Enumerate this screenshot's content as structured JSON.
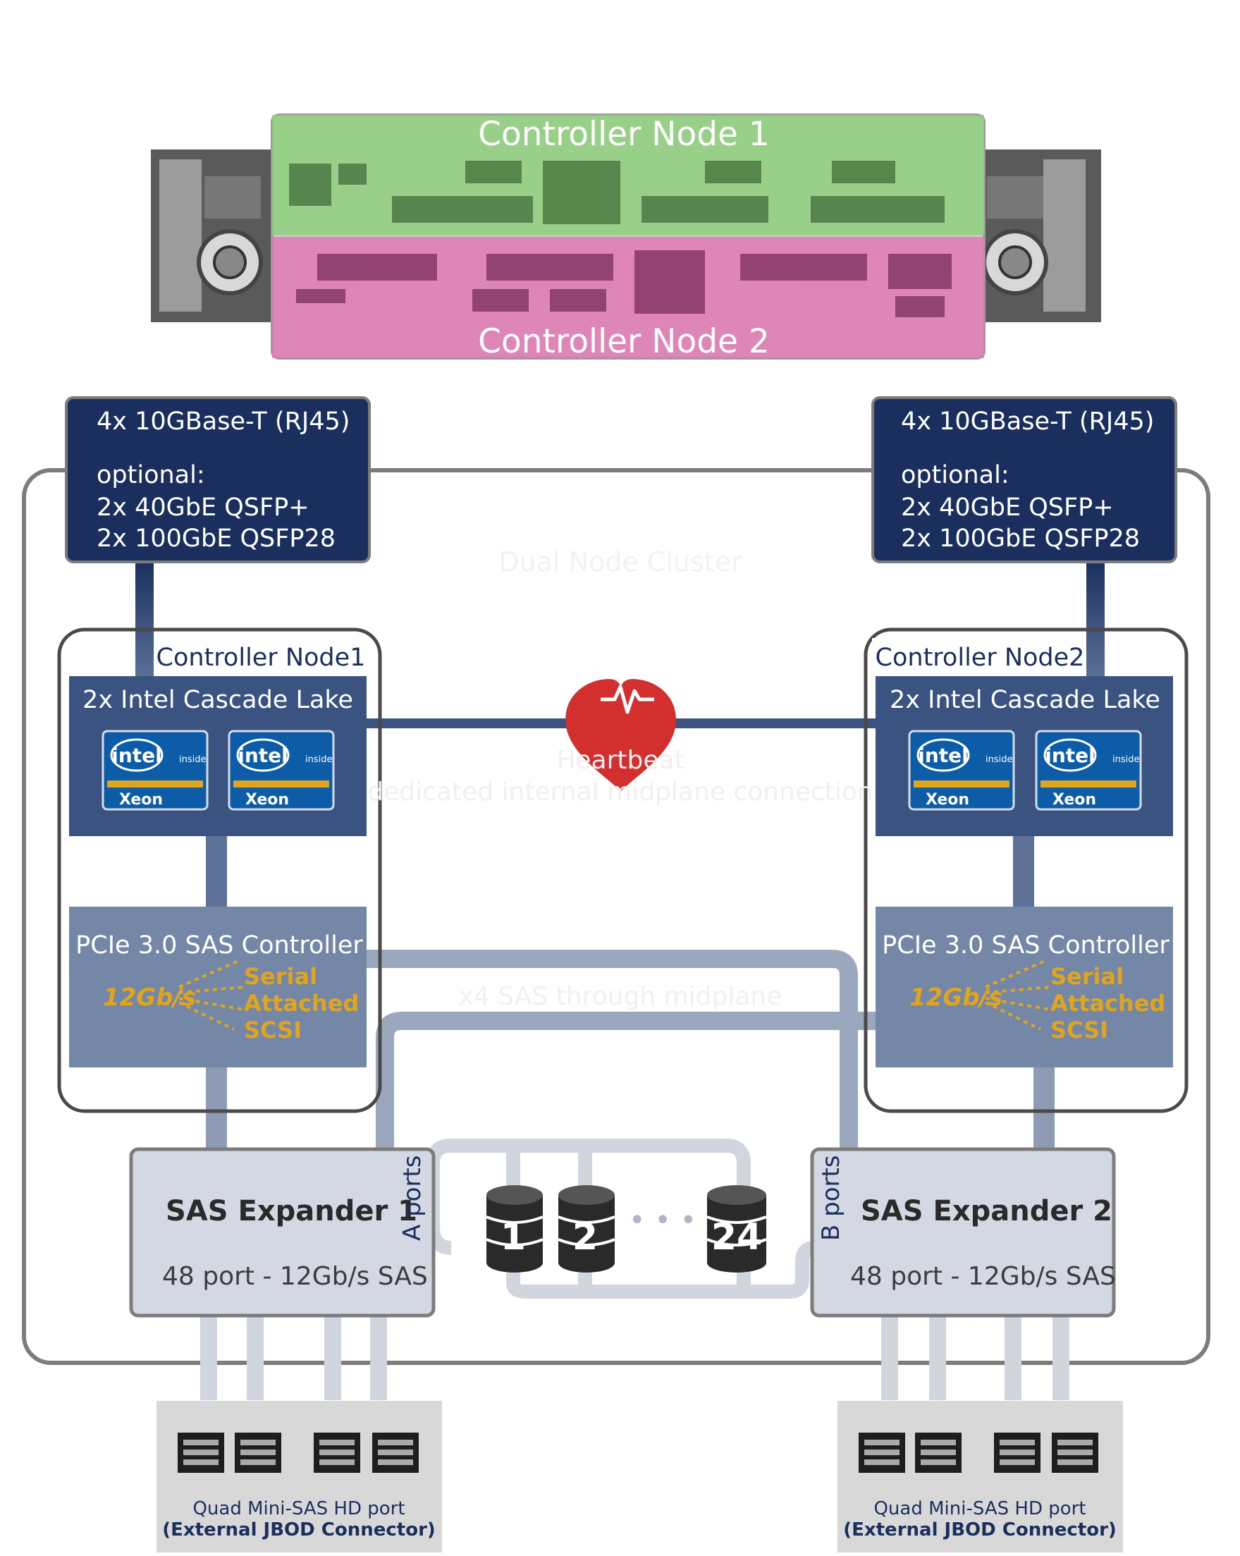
{
  "server_image": {
    "node1_label": "Controller Node 1",
    "node2_label": "Controller Node 2",
    "node1_color": "#8fd17f",
    "node2_color": "#e07ab4"
  },
  "cluster": {
    "label": "Dual Node Cluster"
  },
  "network": [
    {
      "line1": "4x 10GBase-T (RJ45)",
      "line2": "optional:",
      "line3": "2x  40GbE QSFP+",
      "line4": "2x 100GbE QSFP28"
    },
    {
      "line1": "4x 10GBase-T (RJ45)",
      "line2": "optional:",
      "line3": "2x  40GbE QSFP+",
      "line4": "2x 100GbE QSFP28"
    }
  ],
  "nodes": [
    {
      "title": "Controller Node1",
      "cpu": "2x Intel Cascade Lake",
      "sas": "PCIe 3.0  SAS Controller"
    },
    {
      "title": "Controller Node2",
      "cpu": "2x Intel Cascade Lake",
      "sas": "PCIe 3.0  SAS Controller"
    }
  ],
  "intel_badge": {
    "brand": "intel",
    "inside": "inside",
    "model": "Xeon"
  },
  "sas_logo": {
    "speed": "12Gb/s",
    "w1": "Serial",
    "w2": "Attached",
    "w3": "SCSI"
  },
  "heartbeat": {
    "label": "Heartbeat",
    "sub": "dedicated internal midplane connection"
  },
  "sas_link": {
    "label": "x4 SAS through midplane"
  },
  "expanders": [
    {
      "title": "SAS Expander 1",
      "sub": "48 port - 12Gb/s SAS",
      "ports": "A ports"
    },
    {
      "title": "SAS Expander 2",
      "sub": "48 port - 12Gb/s SAS",
      "ports": "B ports"
    }
  ],
  "drives": {
    "first": "1",
    "second": "2",
    "dots": "• • •",
    "last": "24"
  },
  "jbod": [
    {
      "line1": "Quad Mini-SAS HD port",
      "line2": "(External JBOD Connector)"
    },
    {
      "line1": "Quad Mini-SAS HD port",
      "line2": "(External JBOD Connector)"
    }
  ],
  "colors": {
    "navy": "#1b2f5e",
    "cpu_box": "#3b5381",
    "sas_box": "#7487a6",
    "expander": "#d4d8e2",
    "jbod": "#d8d8d8",
    "link": "#9aa7bd",
    "heart": "#d32f2f"
  }
}
